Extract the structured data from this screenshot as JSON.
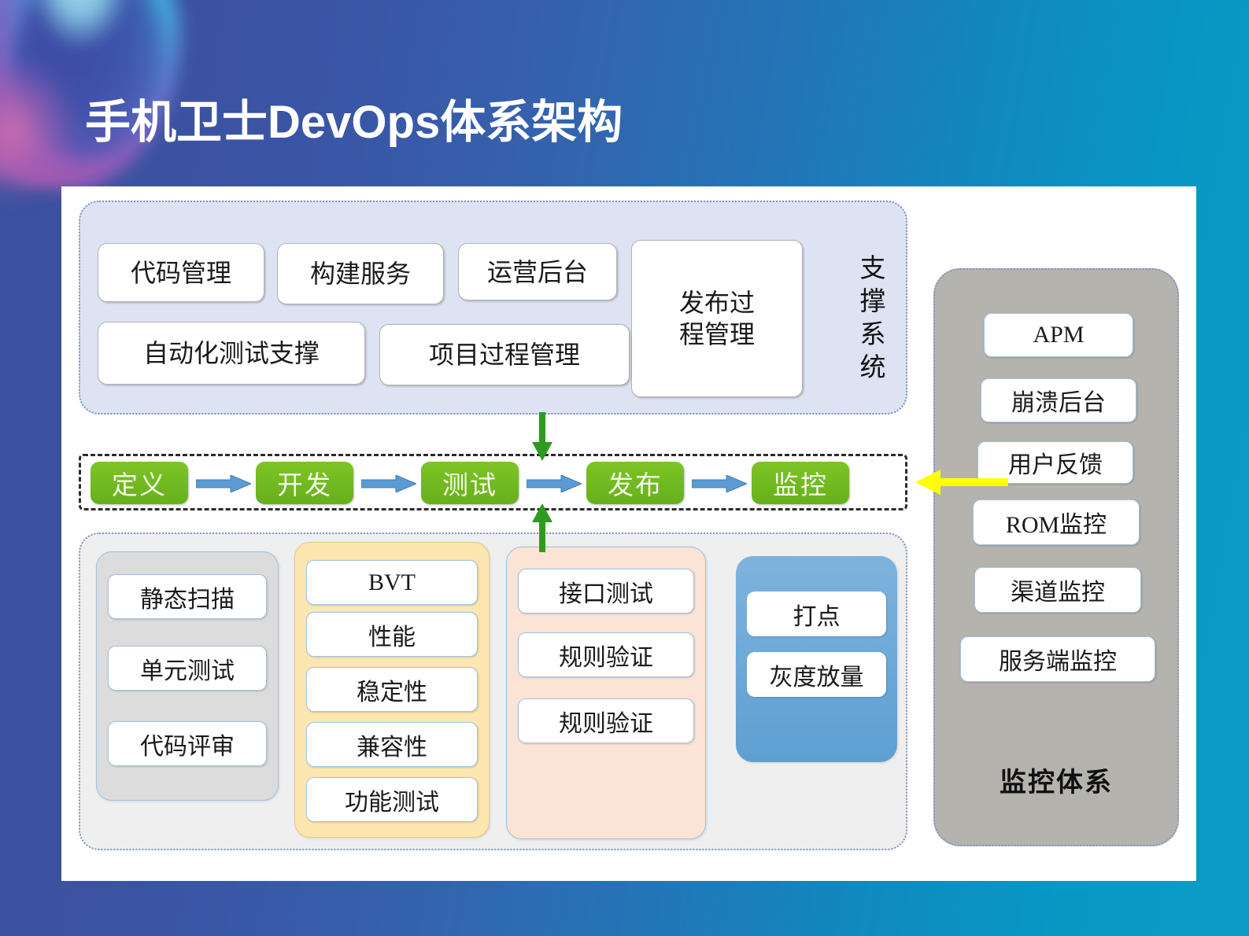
{
  "slide": {
    "title": "手机卫士DevOps体系架构"
  },
  "support": {
    "label": "支撑系统",
    "boxes": [
      {
        "id": "sup-code",
        "label": "代码管理"
      },
      {
        "id": "sup-build",
        "label": "构建服务"
      },
      {
        "id": "sup-ops",
        "label": "运营后台"
      },
      {
        "id": "sup-rel",
        "label": "发布过\n程管理"
      },
      {
        "id": "sup-auto",
        "label": "自动化测试支撑"
      },
      {
        "id": "sup-proj",
        "label": "项目过程管理"
      }
    ]
  },
  "pipeline": {
    "stages": [
      "定义",
      "开发",
      "测试",
      "发布",
      "监控"
    ],
    "arrow_color": "#5b9bd5",
    "stage_color": "#6cb52d",
    "feedback_arrow_color": "#ffff00",
    "vertical_arrow_color": "#2d9c1e"
  },
  "bottom": {
    "columns": [
      {
        "id": "col-gray",
        "color": "#dcdcdc",
        "items": [
          "静态扫描",
          "单元测试",
          "代码评审"
        ]
      },
      {
        "id": "col-yellow",
        "color": "#fce7b0",
        "items": [
          "BVT",
          "性能",
          "稳定性",
          "兼容性",
          "功能测试"
        ]
      },
      {
        "id": "col-peach",
        "color": "#fbe4d5",
        "items": [
          "接口测试",
          "规则验证",
          "规则验证"
        ]
      },
      {
        "id": "col-blue",
        "color": "#6aa7d8",
        "items": [
          "打点",
          "灰度放量"
        ]
      }
    ]
  },
  "monitor": {
    "title": "监控体系",
    "panel_color": "#b5b3ad",
    "items": [
      "APM",
      "崩溃后台",
      "用户反馈",
      "ROM监控",
      "渠道监控",
      "服务端监控"
    ]
  }
}
